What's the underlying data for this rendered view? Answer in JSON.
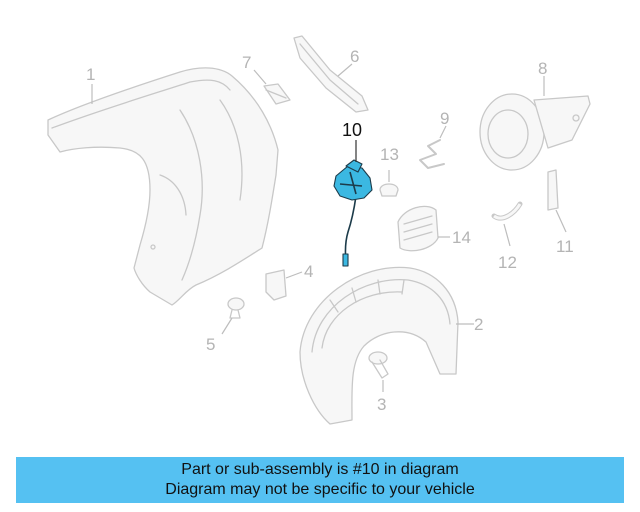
{
  "diagram": {
    "highlighted_part": "10",
    "callouts": [
      "1",
      "2",
      "3",
      "4",
      "5",
      "6",
      "7",
      "8",
      "9",
      "10",
      "11",
      "12",
      "13",
      "14"
    ]
  },
  "banner": {
    "line1": "Part or sub-assembly is #10 in diagram",
    "line2": "Diagram may not be specific to your vehicle"
  },
  "colors": {
    "banner_background": "#55c1f2",
    "highlight_part": "#3bb8e2",
    "faded_part": "#c8c8c8"
  }
}
